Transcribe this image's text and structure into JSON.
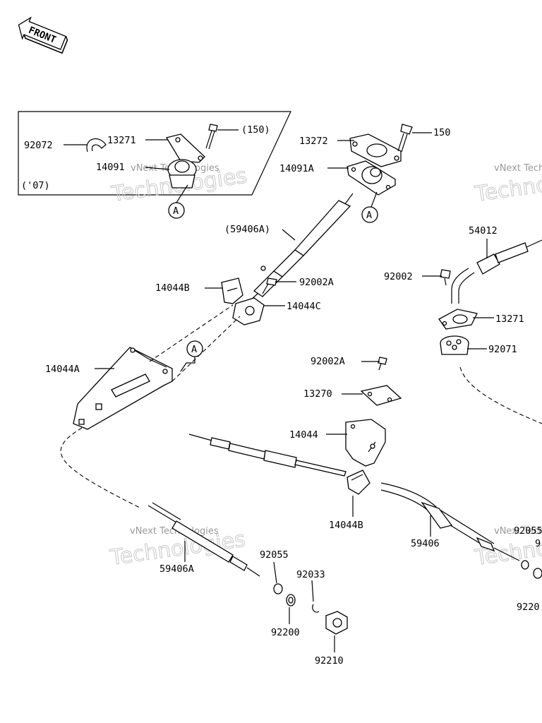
{
  "front_tag": "FRONT",
  "inset_year": "('07)",
  "ref_marker": "A",
  "watermark": {
    "line1": "vNext Technologies",
    "line2": "Technologies"
  },
  "labels": {
    "p92072": "92072",
    "p13271_inset": "13271",
    "p14091": "14091",
    "p150_paren": "(150)",
    "p13272": "13272",
    "p150": "150",
    "p14091A": "14091A",
    "p59406A_paren": "(59406A)",
    "p14044B_top": "14044B",
    "p92002A_top": "92002A",
    "p14044C": "14044C",
    "p14044A": "14044A",
    "p54012": "54012",
    "p92002": "92002",
    "p13271": "13271",
    "p92071": "92071",
    "p92002A_mid": "92002A",
    "p13270": "13270",
    "p14044": "14044",
    "p14044B_bot": "14044B",
    "p59406": "59406",
    "p59406A": "59406A",
    "p92055": "92055",
    "p92033": "92033",
    "p92200": "92200",
    "p92210": "92210",
    "p92055_right": "92055",
    "p92200_right": "9220",
    "p92_edge": "9"
  }
}
